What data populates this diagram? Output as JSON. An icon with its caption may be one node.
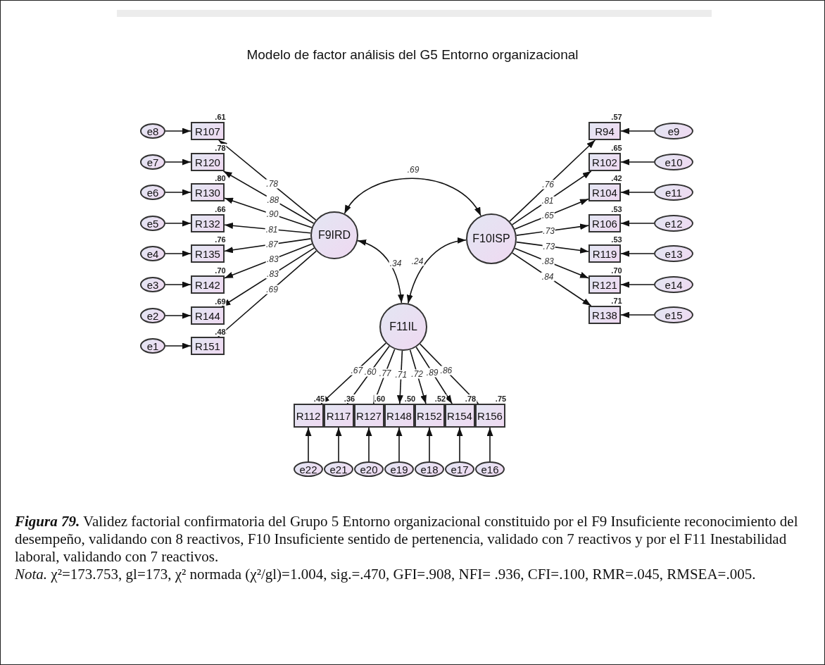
{
  "diagram": {
    "title": "Modelo de factor análisis del G5 Entorno organizacional",
    "caption": "**Figura 79.** Validez factorial confirmatoria del Grupo 5 Entorno organizacional constituido por el F9 Insuficiente reconocimiento del desempeño, validando con 8 reactivos, F10 Insuficiente sentido de pertenencia, validado con 7 reactivos y por el F11 Inestabilidad laboral, validando con 7 reactivos.",
    "nodes": [
      {
        "text": [
          "F9IRD"
        ]
      },
      {
        "text": [
          "F10ISP"
        ]
      },
      {
        "text": [
          "F11IL"
        ]
      },
      {
        "text": [
          "R107"
        ],
        "beside": [
          ".61"
        ]
      },
      {
        "text": [
          "R120"
        ],
        "beside": [
          ".78"
        ]
      },
      {
        "text": [
          "R130"
        ],
        "beside": [
          ".80"
        ]
      },
      {
        "text": [
          "R132"
        ],
        "beside": [
          ".66"
        ]
      },
      {
        "text": [
          "R135"
        ],
        "beside": [
          ".76"
        ]
      },
      {
        "text": [
          "R142"
        ],
        "beside": [
          ".70"
        ]
      },
      {
        "text": [
          "R144"
        ],
        "beside": [
          ".69"
        ]
      },
      {
        "text": [
          "R151"
        ],
        "beside": [
          ".48"
        ]
      },
      {
        "text": [
          "e8"
        ]
      },
      {
        "text": [
          "e7"
        ]
      },
      {
        "text": [
          "e6"
        ]
      },
      {
        "text": [
          "e5"
        ]
      },
      {
        "text": [
          "e4"
        ]
      },
      {
        "text": [
          "e3"
        ]
      },
      {
        "text": [
          "e2"
        ]
      },
      {
        "text": [
          "e1"
        ]
      },
      {
        "text": [
          "R94"
        ],
        "beside": [
          ".57"
        ]
      },
      {
        "text": [
          "R102"
        ],
        "beside": [
          ".65"
        ]
      },
      {
        "text": [
          "R104"
        ],
        "beside": [
          ".42"
        ]
      },
      {
        "text": [
          "R106"
        ],
        "beside": [
          ".53"
        ]
      },
      {
        "text": [
          "R119"
        ],
        "beside": [
          ".53"
        ]
      },
      {
        "text": [
          "R121"
        ],
        "beside": [
          ".70"
        ]
      },
      {
        "text": [
          "R138"
        ],
        "beside": [
          ".71"
        ]
      },
      {
        "text": [
          "e9"
        ]
      },
      {
        "text": [
          "e10"
        ]
      },
      {
        "text": [
          "e11"
        ]
      },
      {
        "text": [
          "e12"
        ]
      },
      {
        "text": [
          "e13"
        ]
      },
      {
        "text": [
          "e14"
        ]
      },
      {
        "text": [
          "e15"
        ]
      },
      {
        "text": [
          "R112"
        ],
        "beside": [
          ".45"
        ]
      },
      {
        "text": [
          "R117"
        ],
        "beside": [
          ".36"
        ]
      },
      {
        "text": [
          "R127"
        ],
        "beside": [
          ".60"
        ]
      },
      {
        "text": [
          "R148"
        ],
        "beside": [
          ".50"
        ]
      },
      {
        "text": [
          "R152"
        ],
        "beside": [
          ".52"
        ]
      },
      {
        "text": [
          "R154"
        ],
        "beside": [
          ".78"
        ]
      },
      {
        "text": [
          "R156"
        ],
        "beside": [
          ".75"
        ]
      },
      {
        "text": [
          "e22"
        ]
      },
      {
        "text": [
          "e21"
        ]
      },
      {
        "text": [
          "e20"
        ]
      },
      {
        "text": [
          "e19"
        ]
      },
      {
        "text": [
          "e18"
        ]
      },
      {
        "text": [
          "e17"
        ]
      },
      {
        "text": [
          "e16"
        ]
      }
    ],
    "edges": [
      {
        "from": 0,
        "to": 1,
        "arrow": "both",
        "label": ".69"
      },
      {
        "from": 0,
        "to": 2,
        "arrow": "both",
        "label": ".34"
      },
      {
        "from": 1,
        "to": 2,
        "arrow": "both",
        "label": ".24"
      },
      {
        "from": 0,
        "to": 3,
        "arrow": "to",
        "label": ".78"
      },
      {
        "from": 0,
        "to": 4,
        "arrow": "to",
        "label": ".88"
      },
      {
        "from": 0,
        "to": 5,
        "arrow": "to",
        "label": ".90"
      },
      {
        "from": 0,
        "to": 6,
        "arrow": "to",
        "label": ".81"
      },
      {
        "from": 0,
        "to": 7,
        "arrow": "to",
        "label": ".87"
      },
      {
        "from": 0,
        "to": 8,
        "arrow": "to",
        "label": ".83"
      },
      {
        "from": 0,
        "to": 9,
        "arrow": "to",
        "label": ".83"
      },
      {
        "from": 0,
        "to": 10,
        "arrow": "to",
        "label": ".69"
      },
      {
        "from": 11,
        "to": 3,
        "arrow": "to"
      },
      {
        "from": 12,
        "to": 4,
        "arrow": "to"
      },
      {
        "from": 13,
        "to": 5,
        "arrow": "to"
      },
      {
        "from": 14,
        "to": 6,
        "arrow": "to"
      },
      {
        "from": 15,
        "to": 7,
        "arrow": "to"
      },
      {
        "from": 16,
        "to": 8,
        "arrow": "to"
      },
      {
        "from": 17,
        "to": 9,
        "arrow": "to"
      },
      {
        "from": 18,
        "to": 10,
        "arrow": "to"
      },
      {
        "from": 1,
        "to": 19,
        "arrow": "to",
        "label": ".76"
      },
      {
        "from": 1,
        "to": 20,
        "arrow": "to",
        "label": ".81"
      },
      {
        "from": 1,
        "to": 21,
        "arrow": "to",
        "label": ".65"
      },
      {
        "from": 1,
        "to": 22,
        "arrow": "to",
        "label": ".73"
      },
      {
        "from": 1,
        "to": 23,
        "arrow": "to",
        "label": ".73"
      },
      {
        "from": 1,
        "to": 24,
        "arrow": "to",
        "label": ".83"
      },
      {
        "from": 1,
        "to": 25,
        "arrow": "to",
        "label": ".84"
      },
      {
        "from": 26,
        "to": 19,
        "arrow": "to"
      },
      {
        "from": 27,
        "to": 20,
        "arrow": "to"
      },
      {
        "from": 28,
        "to": 21,
        "arrow": "to"
      },
      {
        "from": 29,
        "to": 22,
        "arrow": "to"
      },
      {
        "from": 30,
        "to": 23,
        "arrow": "to"
      },
      {
        "from": 31,
        "to": 24,
        "arrow": "to"
      },
      {
        "from": 32,
        "to": 25,
        "arrow": "to"
      },
      {
        "from": 2,
        "to": 33,
        "arrow": "to",
        "label": ".67"
      },
      {
        "from": 2,
        "to": 34,
        "arrow": "to",
        "label": ".60"
      },
      {
        "from": 2,
        "to": 35,
        "arrow": "to",
        "label": ".77"
      },
      {
        "from": 2,
        "to": 36,
        "arrow": "to",
        "label": ".71"
      },
      {
        "from": 2,
        "to": 37,
        "arrow": "to",
        "label": ".72"
      },
      {
        "from": 2,
        "to": 38,
        "arrow": "to",
        "label": ".89"
      },
      {
        "from": 2,
        "to": 39,
        "arrow": "to",
        "label": ".86"
      },
      {
        "from": 40,
        "to": 33,
        "arrow": "to"
      },
      {
        "from": 41,
        "to": 34,
        "arrow": "to"
      },
      {
        "from": 42,
        "to": 35,
        "arrow": "to"
      },
      {
        "from": 43,
        "to": 36,
        "arrow": "to"
      },
      {
        "from": 44,
        "to": 37,
        "arrow": "to"
      },
      {
        "from": 45,
        "to": 38,
        "arrow": "to"
      },
      {
        "from": 46,
        "to": 39,
        "arrow": "to"
      }
    ],
    "labels": [
      "*Nota.* χ²=173.753, gl=173, χ² normada (χ²/gl)=1.004, sig.=.470, GFI=.908, NFI= .936, CFI=.100, RMR=.045, RMSEA=.005."
    ]
  }
}
